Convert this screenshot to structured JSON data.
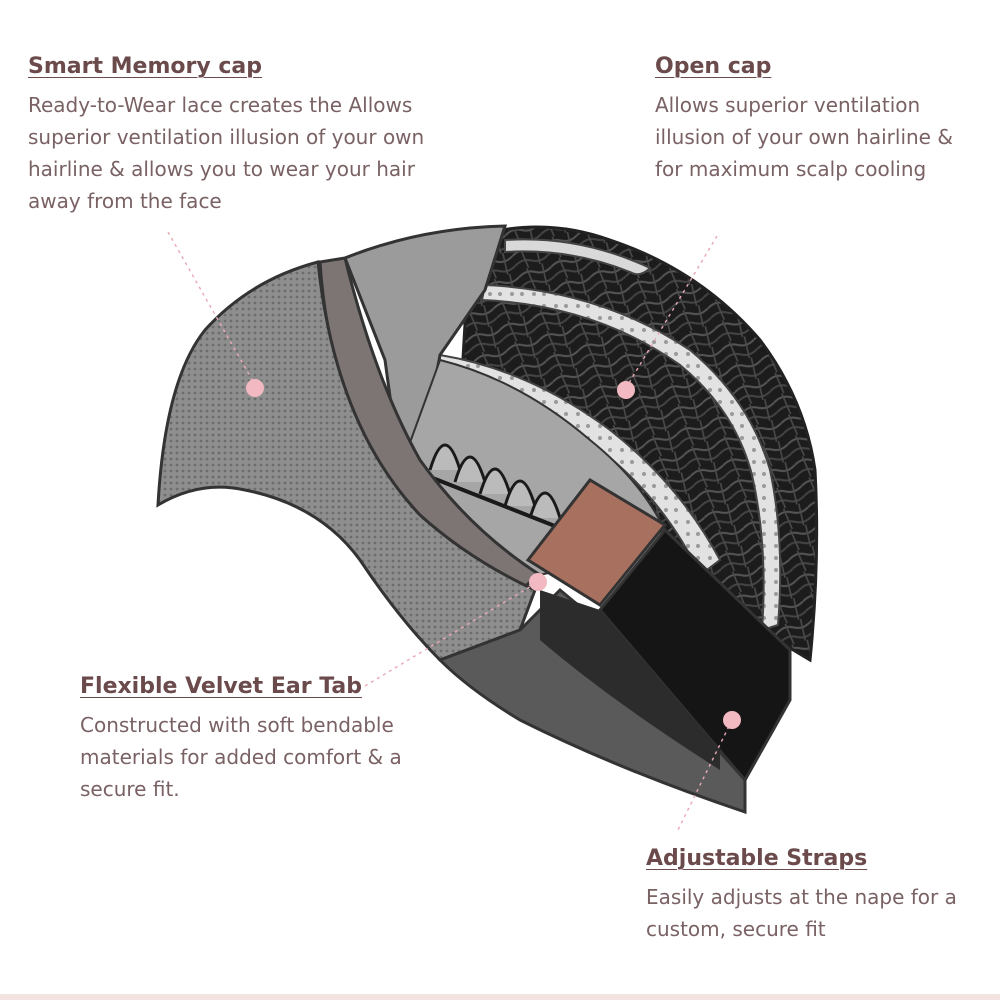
{
  "callouts": {
    "smart_memory_cap": {
      "title": "Smart Memory cap",
      "description": "Ready-to-Wear lace creates the Allows superior ventilation illusion of your own hairline & allows you to wear your hair away from the face"
    },
    "open_cap": {
      "title": "Open cap",
      "description": "Allows superior ventilation illusion of your own hairline & for maximum scalp cooling"
    },
    "flexible_velvet_ear_tab": {
      "title": "Flexible Velvet Ear Tab",
      "description": "Constructed with soft bendable materials for added comfort & a secure fit."
    },
    "adjustable_straps": {
      "title": "Adjustable Straps",
      "description": "Easily adjusts at the nape for a custom, secure fit"
    }
  },
  "colors": {
    "title_text": "#6b4a4c",
    "body_text": "#7a6264",
    "marker_dot": "#f2b9c2",
    "leader_line": "#e8a9b4",
    "mesh": "#8c8c8c",
    "hair": "#1a1a1a",
    "lace": "#d8d8d8",
    "strap_tan": "#a8705e"
  }
}
